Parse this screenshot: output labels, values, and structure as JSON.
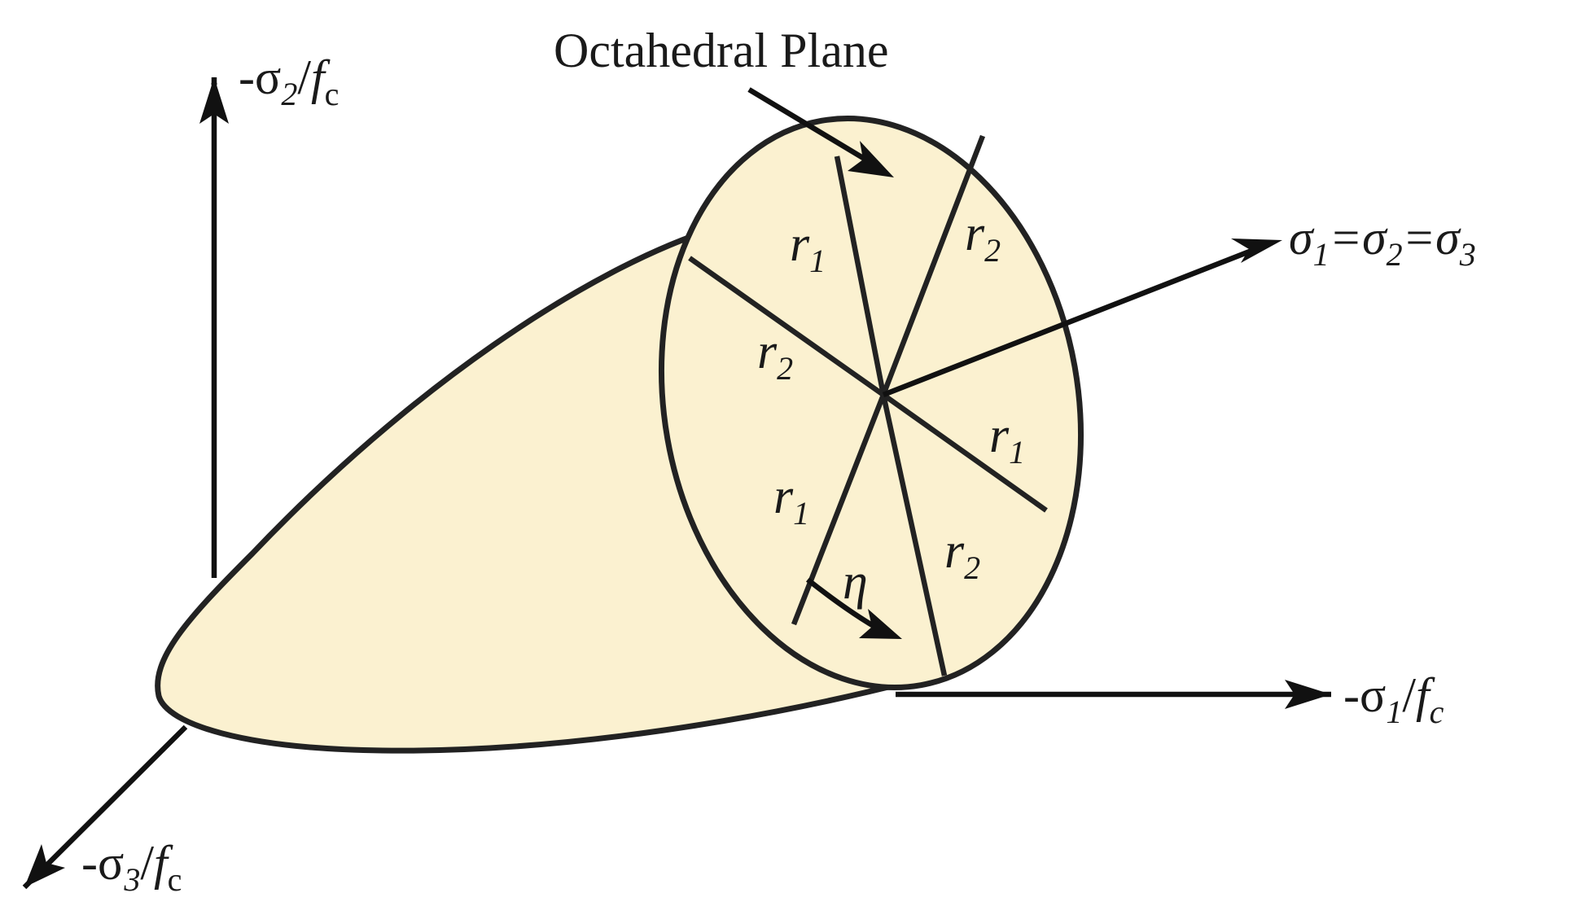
{
  "colors": {
    "fill": "#fbf1d0",
    "stroke": "#222222",
    "axis": "#111111"
  },
  "labels": {
    "octahedral_plane": "Octahedral Plane",
    "hydrostatic_axis": {
      "s1": "σ",
      "sub1": "1",
      "eq1": "=σ",
      "sub2": "2",
      "eq2": "=σ",
      "sub3": "3"
    },
    "axis_sigma2": {
      "prefix": "-σ",
      "sub": "2",
      "slash": "/",
      "f": "f",
      "fsub": "c"
    },
    "axis_sigma1": {
      "prefix": "-σ",
      "sub": "1",
      "slash": "/",
      "f": "f",
      "fsub": "c"
    },
    "axis_sigma3": {
      "prefix": "-σ",
      "sub": "3",
      "slash": "/",
      "f": "f",
      "fsub": "c"
    },
    "radius": {
      "r": "r",
      "sub1": "1",
      "sub2": "2"
    },
    "angle": "η"
  },
  "icons": [
    "arrow-head-icon"
  ]
}
